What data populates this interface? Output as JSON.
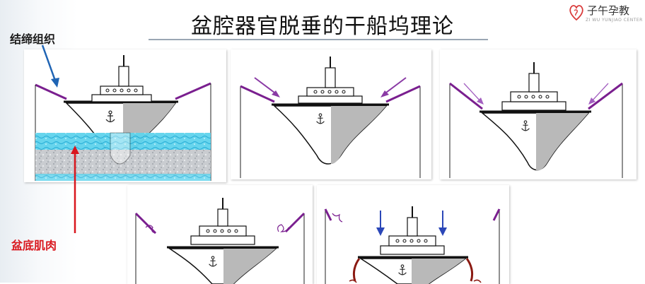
{
  "title": "盆腔器官脱垂的干船坞理论",
  "logo": {
    "name": "子午孕教",
    "subtitle": "ZI WU YUNJIAO CENTER"
  },
  "labels": {
    "connective_tissue": "结缔组织",
    "pelvic_floor_muscle": "盆底肌肉"
  },
  "colors": {
    "ligament": "#7a1f8f",
    "arrow_blue": "#1f64b4",
    "arrow_red": "#d9161d",
    "arrow_purple": "#8a3aa5",
    "hull_shadow": "#b9b9b9",
    "water_blue": "#31c3e4",
    "water_gray": "#c9ccd0",
    "dark_ligament": "#8b1a12"
  },
  "icons": {
    "anchor": "anchor-icon",
    "logo": "logo-heart-icon"
  }
}
